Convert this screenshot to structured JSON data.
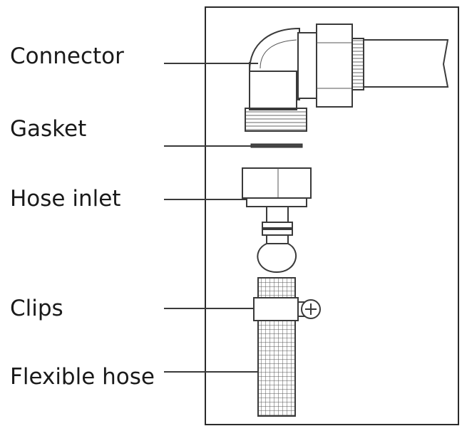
{
  "labels": {
    "connector": "Connector",
    "gasket": "Gasket",
    "hose_inlet": "Hose inlet",
    "clips": "Clips",
    "flexible_hose": "Flexible hose"
  }
}
